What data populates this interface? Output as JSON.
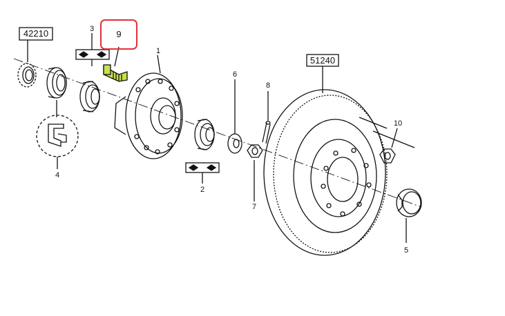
{
  "references": {
    "ref_left": "42210",
    "ref_disc": "51240"
  },
  "labels": {
    "p1": "1",
    "p2": "2",
    "p3": "3",
    "p4": "4",
    "p5": "5",
    "p6": "6",
    "p7": "7",
    "p8": "8",
    "p9": "9",
    "p10": "10"
  },
  "highlight": {
    "label": "9",
    "border_color": "#e0303a",
    "part_color": "#c8e04a"
  },
  "colors": {
    "line": "#111111",
    "background": "#ffffff"
  }
}
